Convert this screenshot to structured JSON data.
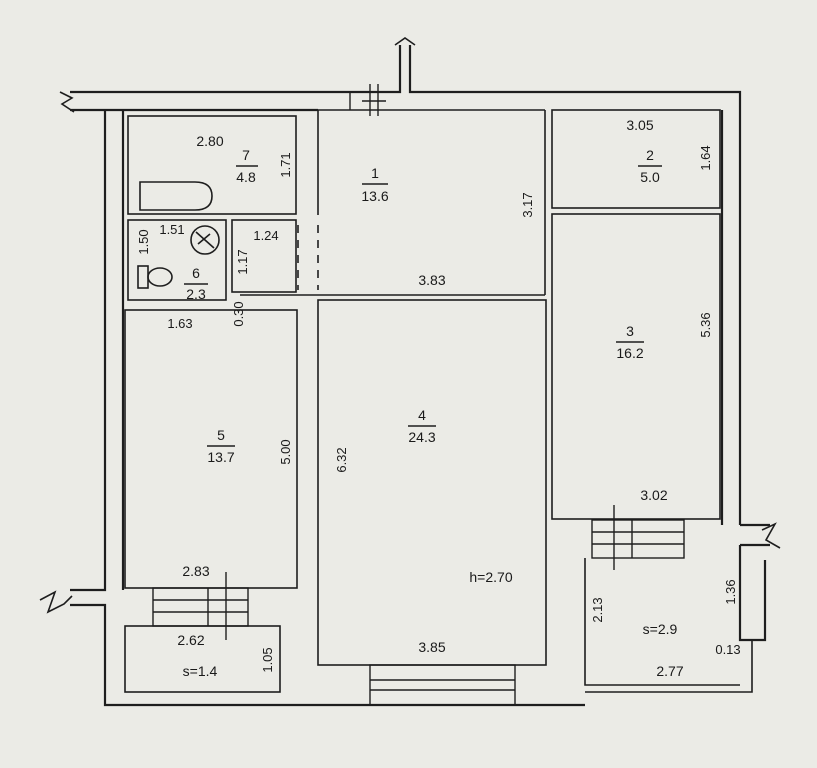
{
  "rooms": [
    {
      "number": "1",
      "area": "13.6"
    },
    {
      "number": "2",
      "area": "5.0"
    },
    {
      "number": "3",
      "area": "16.2"
    },
    {
      "number": "4",
      "area": "24.3"
    },
    {
      "number": "5",
      "area": "13.7"
    },
    {
      "number": "6",
      "area": "2.3"
    },
    {
      "number": "7",
      "area": "4.8"
    }
  ],
  "dimensions": {
    "bath_width": "2.80",
    "bath_depth": "1.71",
    "wc_depth": "1.50",
    "wc_diag": "1.51",
    "corridor_small": "1.24",
    "corridor_small_h": "1.17",
    "wc_width": "1.63",
    "gap": "0.30",
    "hall_depth": "3.17",
    "hall_width": "3.83",
    "room2_width": "3.05",
    "room2_depth": "1.64",
    "room3_depth": "5.36",
    "room3_width": "3.02",
    "room4_depth": "6.32",
    "room4_width": "3.85",
    "room5_depth": "5.00",
    "room5_width": "2.83",
    "balcony_left_width": "2.62",
    "balcony_left_depth": "1.05",
    "balcony_right_depth": "2.13",
    "balcony_right_width": "2.77",
    "balcony_right_side": "1.36",
    "balcony_right_small": "0.13"
  },
  "ceiling_height": "h=2.70",
  "balconies": {
    "left_area": "s=1.4",
    "right_area": "s=2.9"
  }
}
